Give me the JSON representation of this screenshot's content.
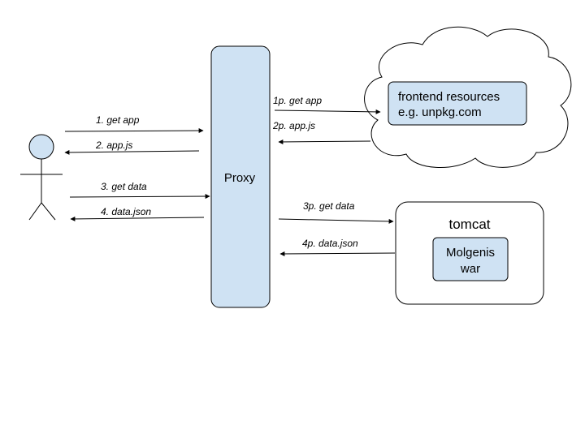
{
  "nodes": {
    "proxy": {
      "label": "Proxy"
    },
    "frontend": {
      "line1": "frontend resources",
      "line2": "e.g. unpkg.com"
    },
    "tomcat": {
      "label": "tomcat"
    },
    "molgenis": {
      "line1": "Molgenis",
      "line2": "war"
    }
  },
  "edges": {
    "e1": "1. get app",
    "e2": "2. app.js",
    "e3": "3. get data",
    "e4": "4. data.json",
    "e1p": "1p. get app",
    "e2p": "2p. app.js",
    "e3p": "3p. get data",
    "e4p": "4p. data.json"
  },
  "colors": {
    "fill": "#cfe2f3",
    "stroke": "#000000",
    "background": "#ffffff"
  }
}
